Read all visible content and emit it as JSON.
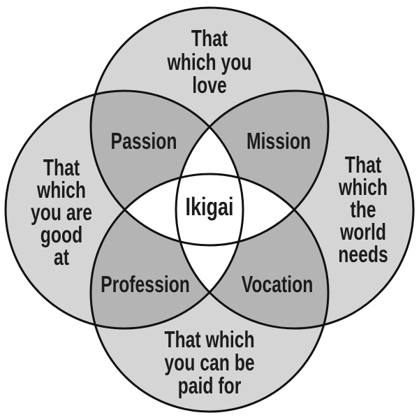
{
  "colors": {
    "background": "#ffffff",
    "circle_fill": "#d5d5d5",
    "overlap_fill": "#b4b4b4",
    "lens_fill": "#ffffff",
    "stroke": "#111111",
    "text": "#1c1c1c"
  },
  "diagram": {
    "center": {
      "label": "Ikigai"
    },
    "circles": {
      "love": {
        "label": "That which you love",
        "lines": [
          "That",
          "which you",
          "love"
        ]
      },
      "good_at": {
        "label": "That which you are good at",
        "lines": [
          "That",
          "which",
          "you are",
          "good",
          "at"
        ]
      },
      "world_needs": {
        "label": "That which the world needs",
        "lines": [
          "That",
          "which",
          "the",
          "world",
          "needs"
        ]
      },
      "paid_for": {
        "label": "That which you can be paid for",
        "lines": [
          "That which",
          "you can be",
          "paid for"
        ]
      }
    },
    "overlaps": {
      "passion": {
        "label": "Passion"
      },
      "mission": {
        "label": "Mission"
      },
      "profession": {
        "label": "Profession"
      },
      "vocation": {
        "label": "Vocation"
      }
    }
  }
}
